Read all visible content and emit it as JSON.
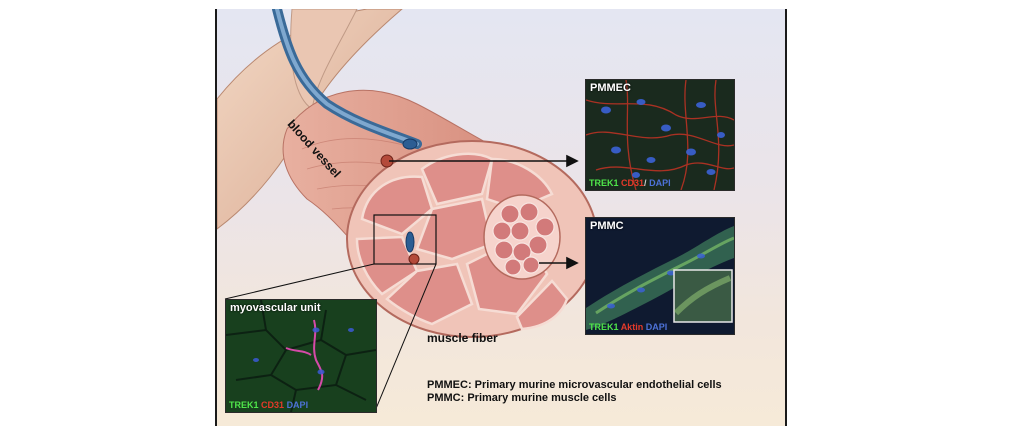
{
  "labels": {
    "blood_vessel": "blood vessel",
    "muscle_fiber": "muscle fiber"
  },
  "panels": {
    "pmmec": {
      "title": "PMMEC",
      "stain": [
        "TREK1",
        "CD31",
        "/",
        "DAPI"
      ]
    },
    "pmmc": {
      "title": "PMMC",
      "stain": [
        "TREK1",
        "Aktin",
        "DAPI"
      ]
    },
    "myovascular": {
      "title": "myovascular unit",
      "stain": [
        "TREK1",
        "CD31",
        "DAPI"
      ]
    }
  },
  "legend": {
    "line1": "PMMEC: Primary murine microvascular endothelial cells",
    "line2": "PMMC: Primary murine muscle cells"
  },
  "colors": {
    "stain_green": "#4fe64a",
    "stain_red": "#e43a2a",
    "stain_blue": "#4d72d8",
    "muscle": "#e39a96",
    "vessel": "#4f7fae"
  }
}
